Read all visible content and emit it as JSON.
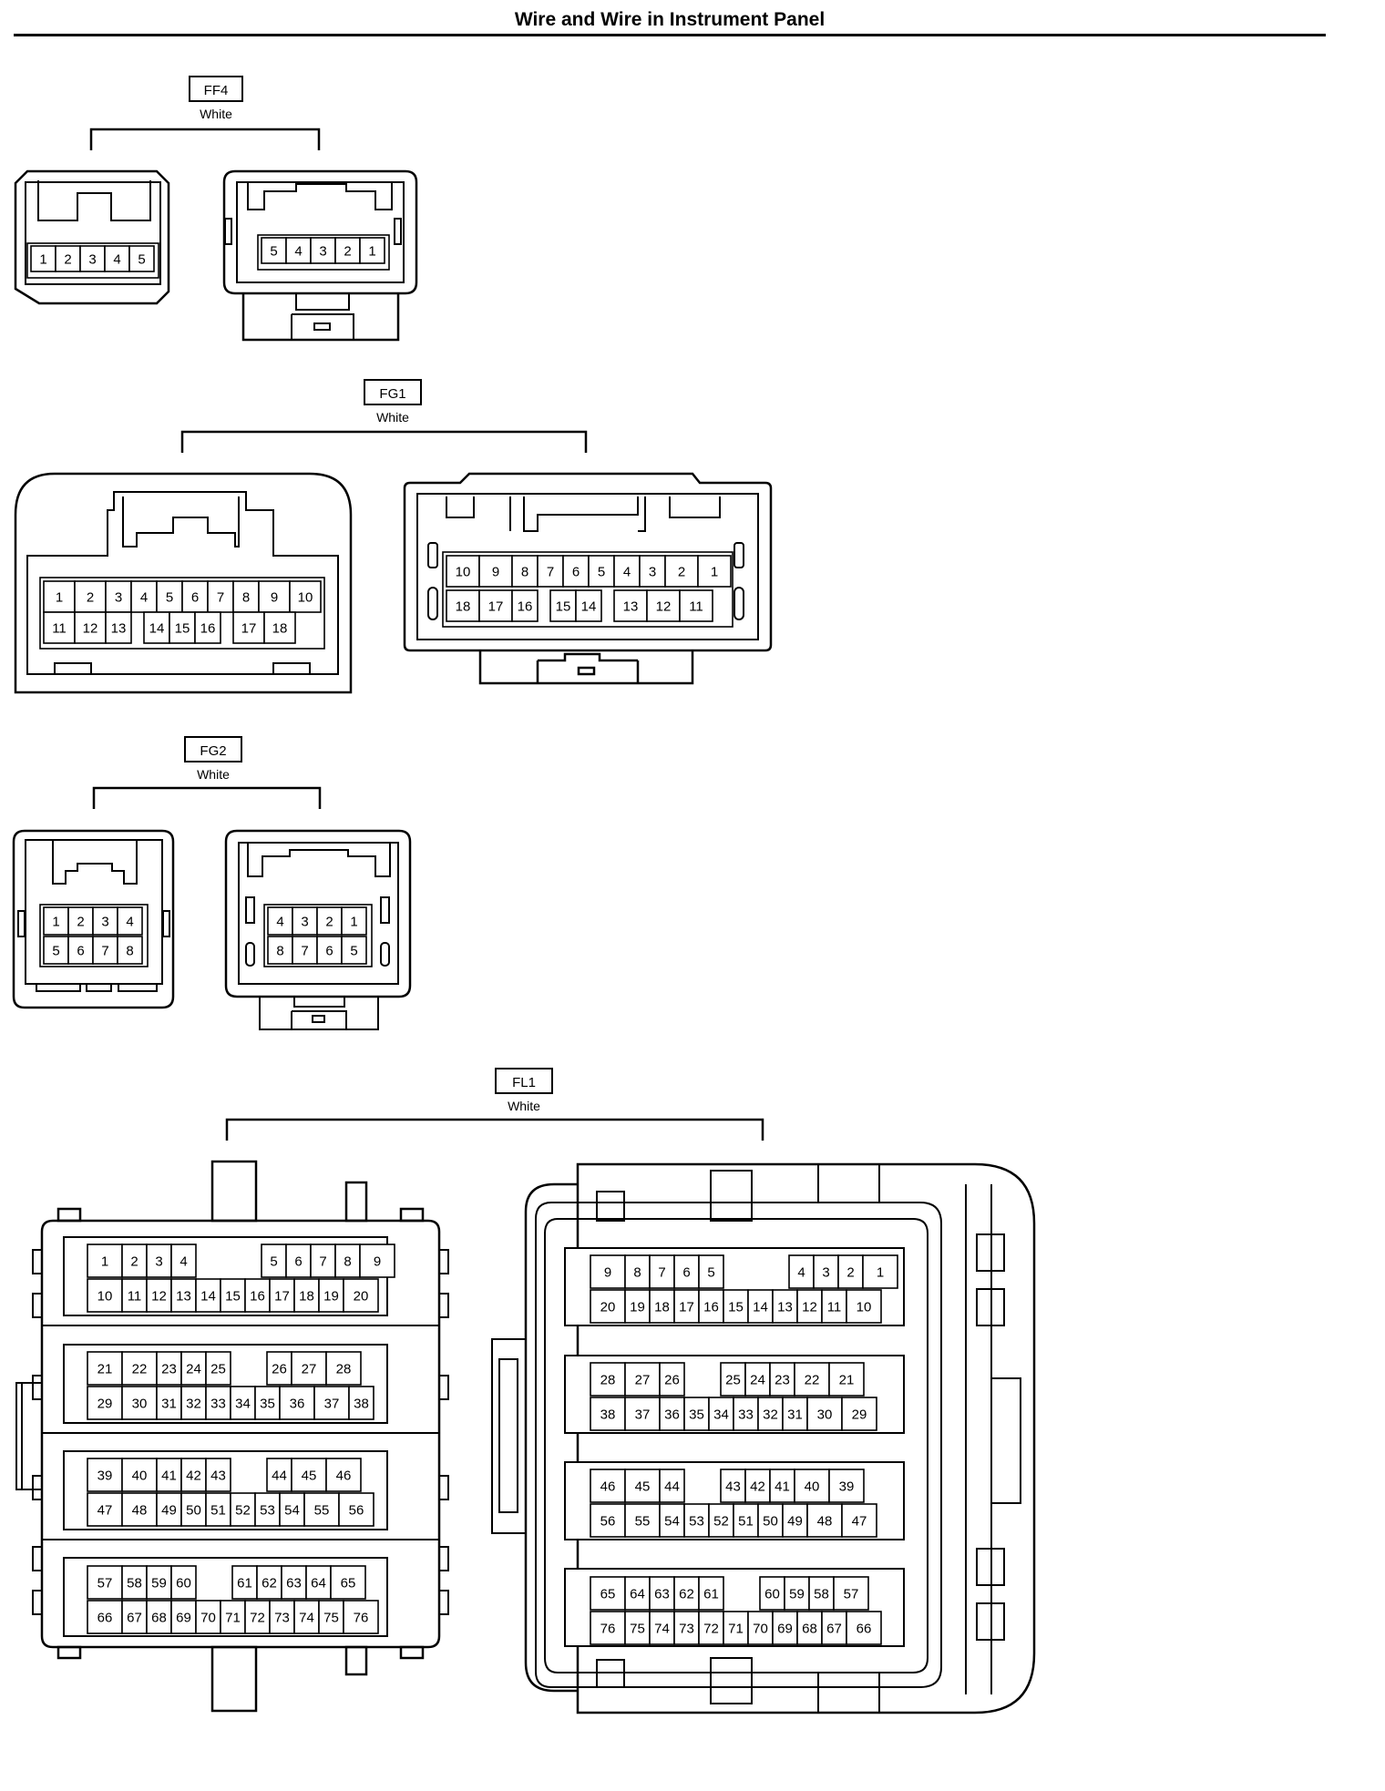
{
  "title": "Wire and Wire in Instrument Panel",
  "connectors": [
    {
      "code": "FF4",
      "color": "White",
      "female_pins": [
        [
          "1",
          "2",
          "3",
          "4",
          "5"
        ]
      ],
      "male_pins": [
        [
          "5",
          "4",
          "3",
          "2",
          "1"
        ]
      ]
    },
    {
      "code": "FG1",
      "color": "White",
      "female_pins": [
        [
          "1",
          "2",
          "3",
          "4",
          "5",
          "6",
          "7",
          "8",
          "9",
          "10"
        ],
        [
          "11",
          "12",
          "13",
          "14",
          "15",
          "16",
          "17",
          "18"
        ]
      ],
      "male_pins": [
        [
          "10",
          "9",
          "8",
          "7",
          "6",
          "5",
          "4",
          "3",
          "2",
          "1"
        ],
        [
          "18",
          "17",
          "16",
          "15",
          "14",
          "13",
          "12",
          "11"
        ]
      ]
    },
    {
      "code": "FG2",
      "color": "White",
      "female_pins": [
        [
          "1",
          "2",
          "3",
          "4"
        ],
        [
          "5",
          "6",
          "7",
          "8"
        ]
      ],
      "male_pins": [
        [
          "4",
          "3",
          "2",
          "1"
        ],
        [
          "8",
          "7",
          "6",
          "5"
        ]
      ]
    },
    {
      "code": "FL1",
      "color": "White",
      "female_pins": [
        [
          "1",
          "2",
          "3",
          "4",
          "5",
          "6",
          "7",
          "8",
          "9"
        ],
        [
          "10",
          "11",
          "12",
          "13",
          "14",
          "15",
          "16",
          "17",
          "18",
          "19",
          "20"
        ],
        [
          "21",
          "22",
          "23",
          "24",
          "25",
          "26",
          "27",
          "28"
        ],
        [
          "29",
          "30",
          "31",
          "32",
          "33",
          "34",
          "35",
          "36",
          "37",
          "38"
        ],
        [
          "39",
          "40",
          "41",
          "42",
          "43",
          "44",
          "45",
          "46"
        ],
        [
          "47",
          "48",
          "49",
          "50",
          "51",
          "52",
          "53",
          "54",
          "55",
          "56"
        ],
        [
          "57",
          "58",
          "59",
          "60",
          "61",
          "62",
          "63",
          "64",
          "65"
        ],
        [
          "66",
          "67",
          "68",
          "69",
          "70",
          "71",
          "72",
          "73",
          "74",
          "75",
          "76"
        ]
      ],
      "male_pins": [
        [
          "9",
          "8",
          "7",
          "6",
          "5",
          "4",
          "3",
          "2",
          "1"
        ],
        [
          "20",
          "19",
          "18",
          "17",
          "16",
          "15",
          "14",
          "13",
          "12",
          "11",
          "10"
        ],
        [
          "28",
          "27",
          "26",
          "25",
          "24",
          "23",
          "22",
          "21"
        ],
        [
          "38",
          "37",
          "36",
          "35",
          "34",
          "33",
          "32",
          "31",
          "30",
          "29"
        ],
        [
          "46",
          "45",
          "44",
          "43",
          "42",
          "41",
          "40",
          "39"
        ],
        [
          "56",
          "55",
          "54",
          "53",
          "52",
          "51",
          "50",
          "49",
          "48",
          "47"
        ],
        [
          "65",
          "64",
          "63",
          "62",
          "61",
          "60",
          "59",
          "58",
          "57"
        ],
        [
          "76",
          "75",
          "74",
          "73",
          "72",
          "71",
          "70",
          "69",
          "68",
          "67",
          "66"
        ]
      ]
    }
  ]
}
